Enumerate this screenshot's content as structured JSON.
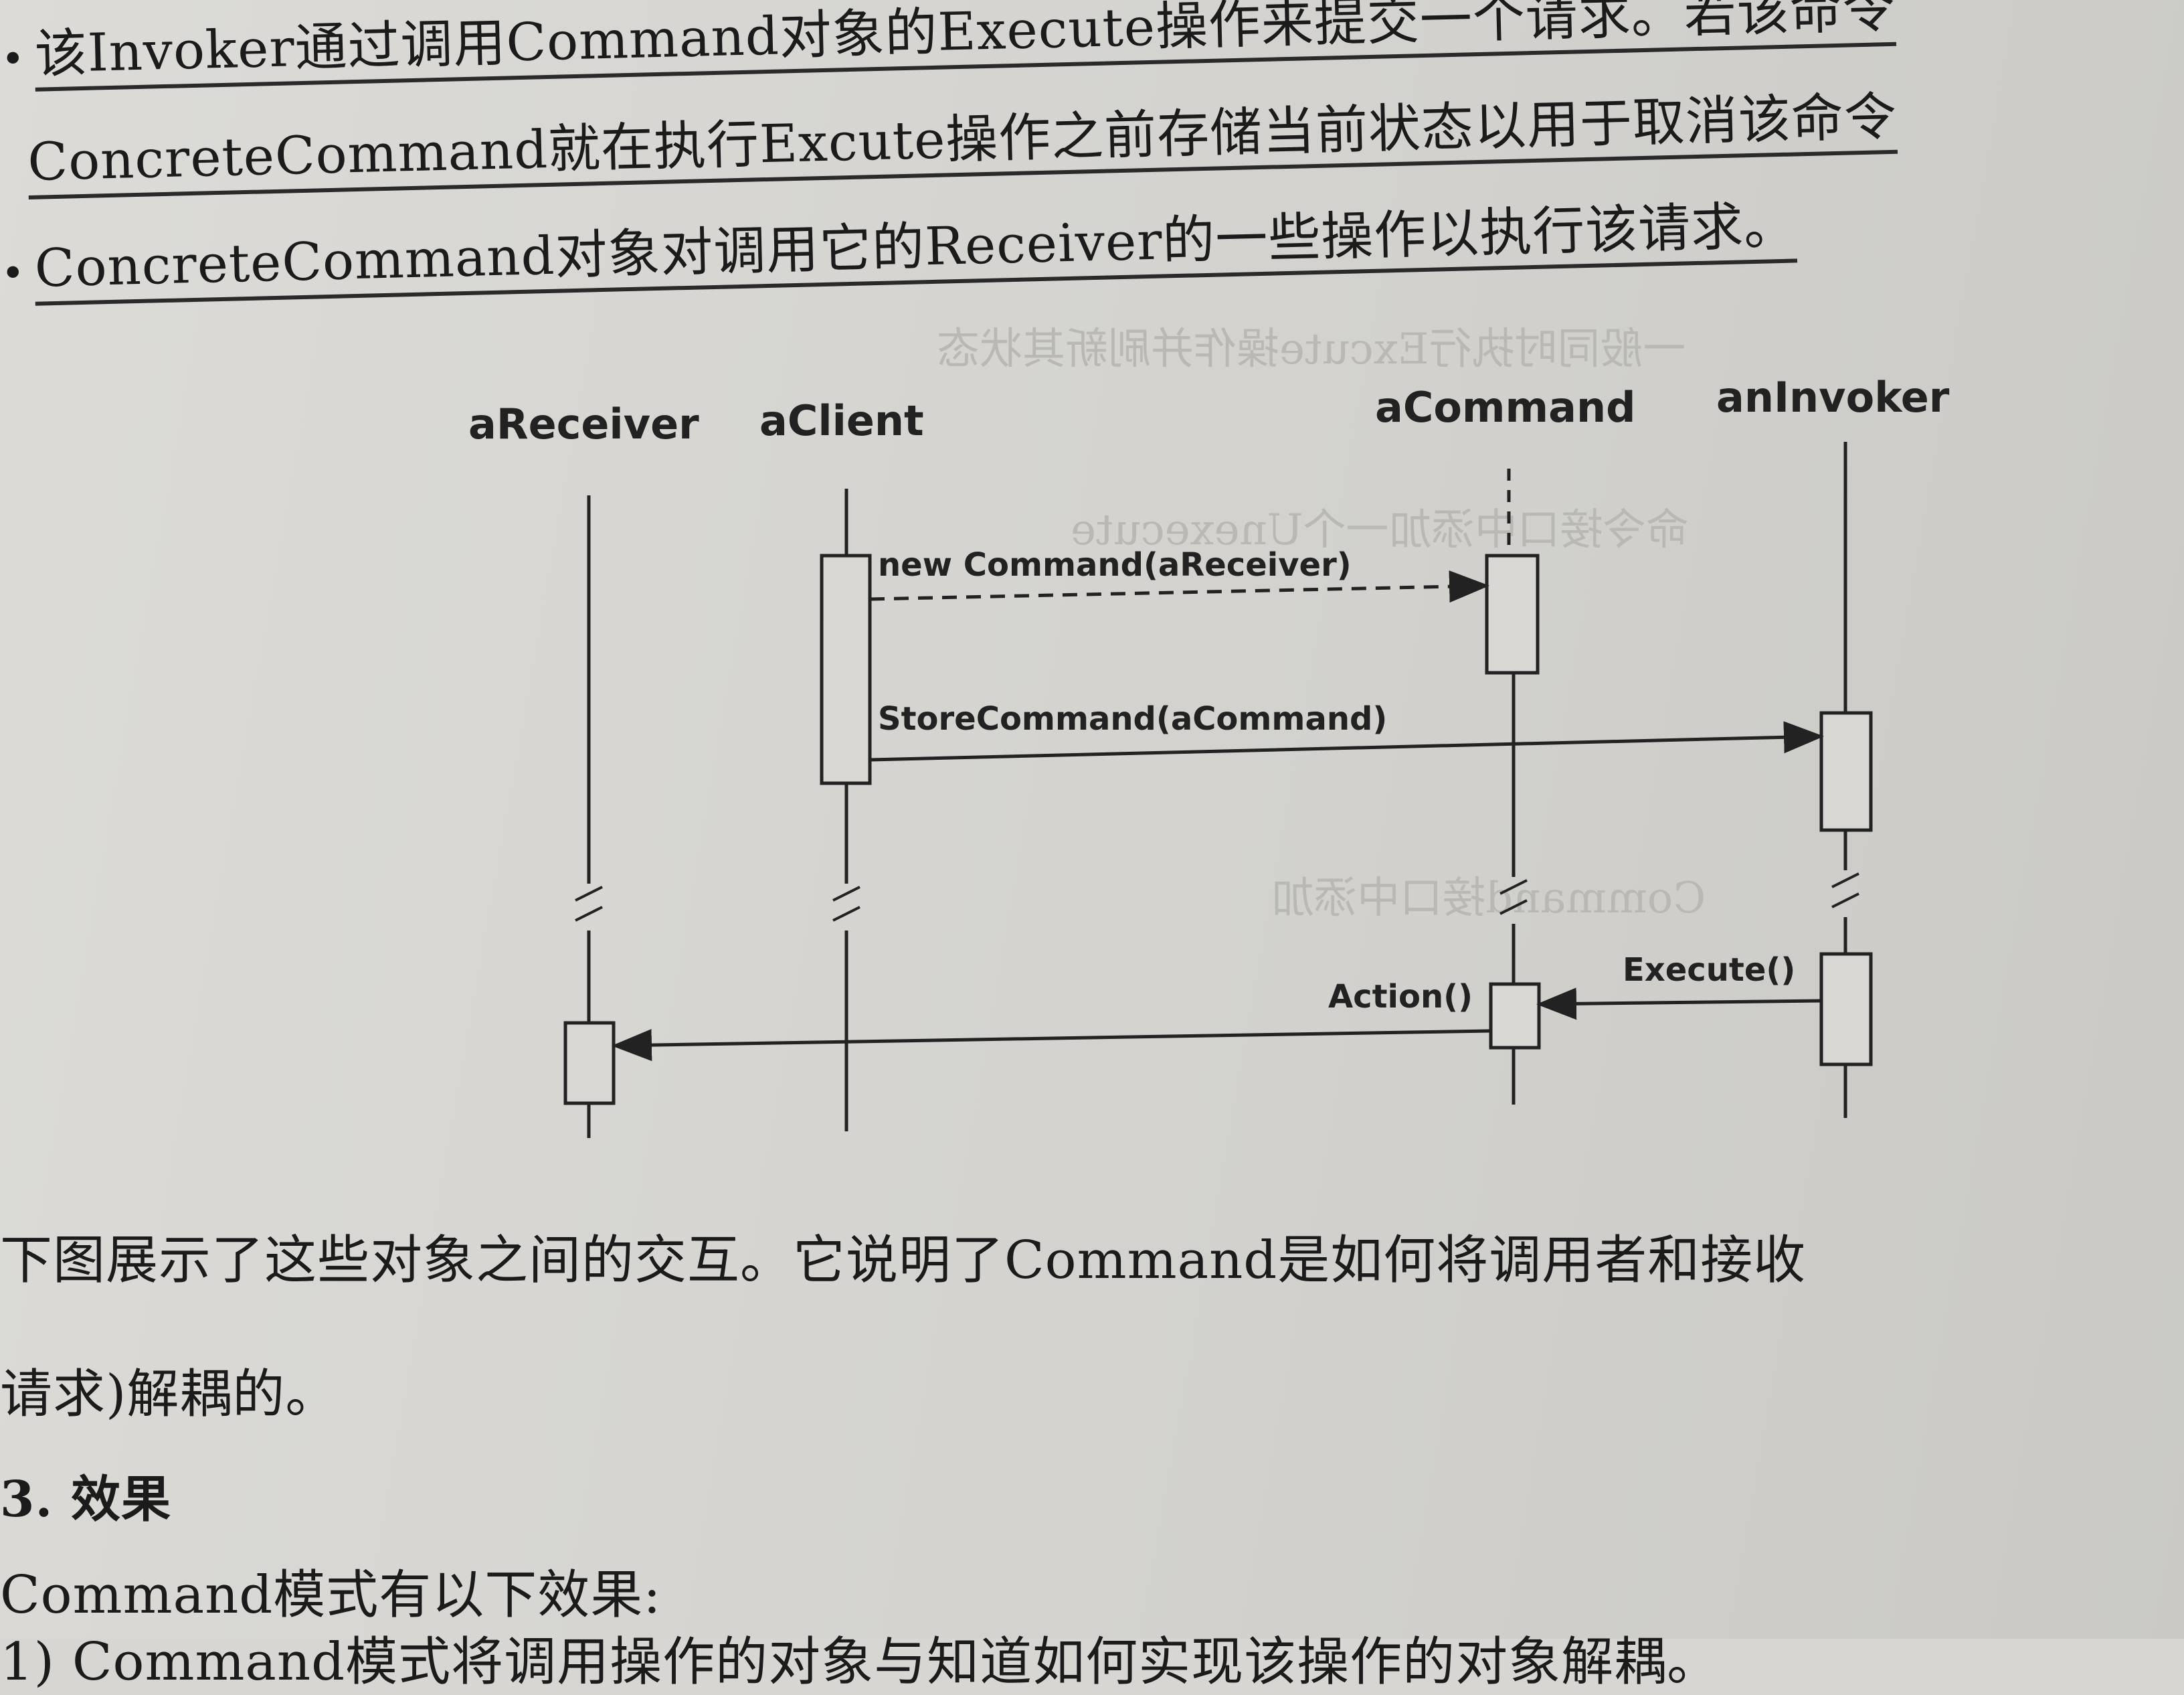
{
  "bullets": [
    "该Invoker通过调用Command对象的Execute操作来提交一个请求。若该命令",
    "ConcreteCommand就在执行Excute操作之前存储当前状态以用于取消该命令",
    "ConcreteCommand对象对调用它的Receiver的一些操作以执行该请求。"
  ],
  "diagram": {
    "participants": [
      "aReceiver",
      "aClient",
      "aCommand",
      "anInvoker"
    ],
    "messages": [
      "new Command(aReceiver)",
      "StoreCommand(aCommand)",
      "Execute()",
      "Action()"
    ]
  },
  "body": {
    "line1": "下图展示了这些对象之间的交互。它说明了Command是如何将调用者和接收",
    "line2": "请求)解耦的。",
    "heading": "3. 效果",
    "line3": "Command模式有以下效果:",
    "line4": "1) Command模式将调用操作的对象与知道如何实现该操作的对象解耦。"
  }
}
